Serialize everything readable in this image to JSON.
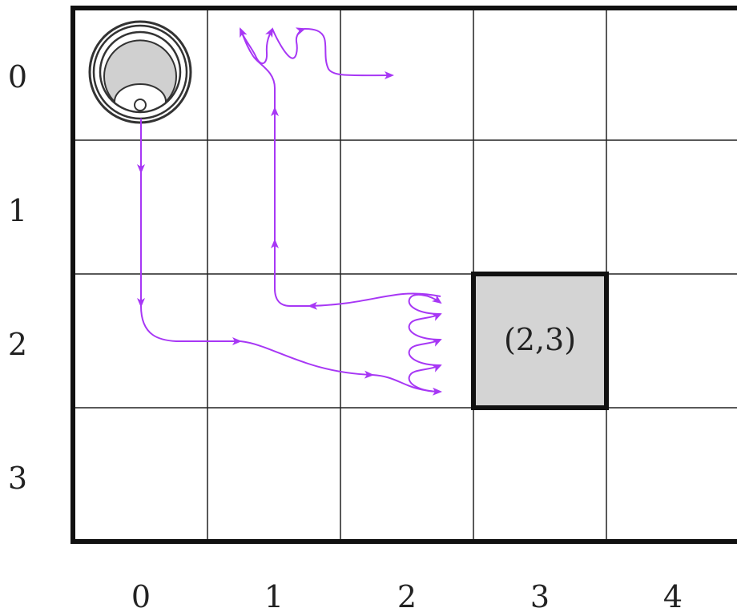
{
  "grid": {
    "rows": 4,
    "cols": 5,
    "row_labels": [
      "0",
      "1",
      "2",
      "3"
    ],
    "col_labels": [
      "0",
      "1",
      "2",
      "3",
      "4"
    ]
  },
  "robot": {
    "row": 0,
    "col": 0
  },
  "target": {
    "row": 2,
    "col": 3,
    "label": "(2,3)"
  },
  "colors": {
    "path": "#a737f5",
    "grid_line": "#222222",
    "target_fill": "#d4d4d4",
    "robot_fill": "#d0d0d0"
  }
}
